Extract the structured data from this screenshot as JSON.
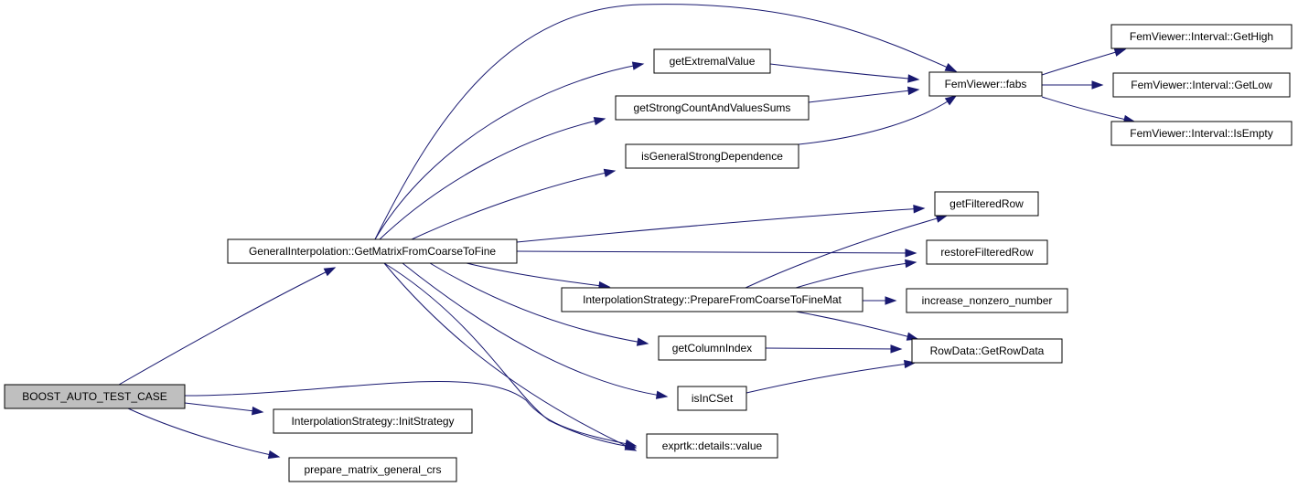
{
  "colors": {
    "edge": "#191970",
    "root_fill": "#bfbfbf",
    "node_fill": "#ffffff",
    "border": "#000000"
  },
  "nodes": {
    "boost": "BOOST_AUTO_TEST_CASE",
    "general": "GeneralInterpolation::GetMatrixFromCoarseToFine",
    "init": "InterpolationStrategy::InitStrategy",
    "prepmat": "prepare_matrix_general_crs",
    "value": "exprtk::details::value",
    "extremal": "getExtremalValue",
    "strong": "getStrongCountAndValuesSums",
    "isgen": "isGeneralStrongDependence",
    "prepare": "InterpolationStrategy::PrepareFromCoarseToFineMat",
    "colidx": "getColumnIndex",
    "incset": "isInCSet",
    "fabs": "FemViewer::fabs",
    "filtered": "getFilteredRow",
    "restore": "restoreFilteredRow",
    "increase": "increase_nonzero_number",
    "rowdata": "RowData::GetRowData",
    "high": "FemViewer::Interval::GetHigh",
    "low": "FemViewer::Interval::GetLow",
    "empty": "FemViewer::Interval::IsEmpty"
  }
}
